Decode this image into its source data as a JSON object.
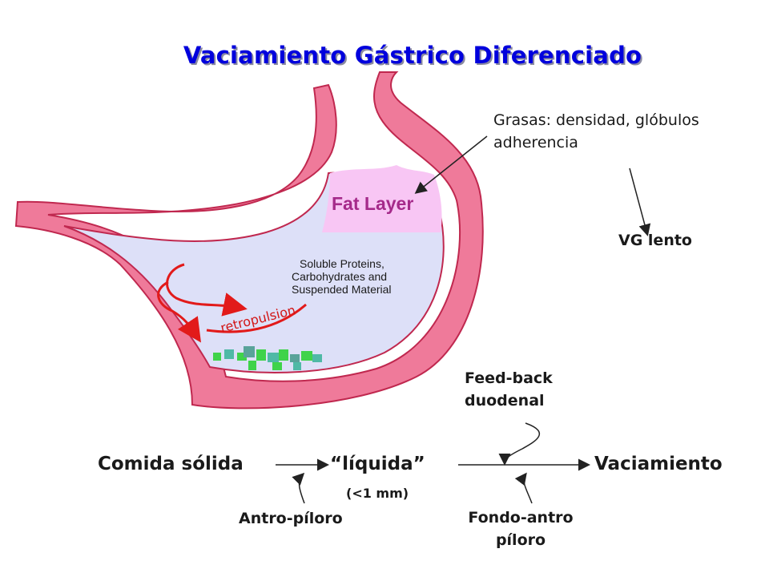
{
  "title": "Vaciamiento Gástrico Diferenciado",
  "stomach": {
    "fat_layer": "Fat Layer",
    "liquid_lines": [
      "Soluble Proteins,",
      "Carbohydrates and",
      "Suspended Material"
    ],
    "retropulsion": "retropulsion"
  },
  "annotations": {
    "fats_line1": "Grasas: densidad, glóbulos",
    "fats_line2": "adherencia",
    "vg_lento": "VG lento",
    "feedback_line1": "Feed-back",
    "feedback_line2": "duodenal"
  },
  "flow": {
    "solid": "Comida sólida",
    "liquid": "“líquida”",
    "size": "(<1 mm)",
    "emptying": "Vaciamiento",
    "antro": "Antro-píloro",
    "fondo_line1": "Fondo-antro",
    "fondo_line2": "píloro"
  },
  "colors": {
    "title": "#0000dd",
    "stomach_wall": "#ef7a9a",
    "stomach_outline": "#c0284f",
    "fat_layer": "#f8c6f4",
    "liquid": "#dde0f8",
    "arrows": "#e21a1a",
    "particles": "#3fd34a"
  }
}
